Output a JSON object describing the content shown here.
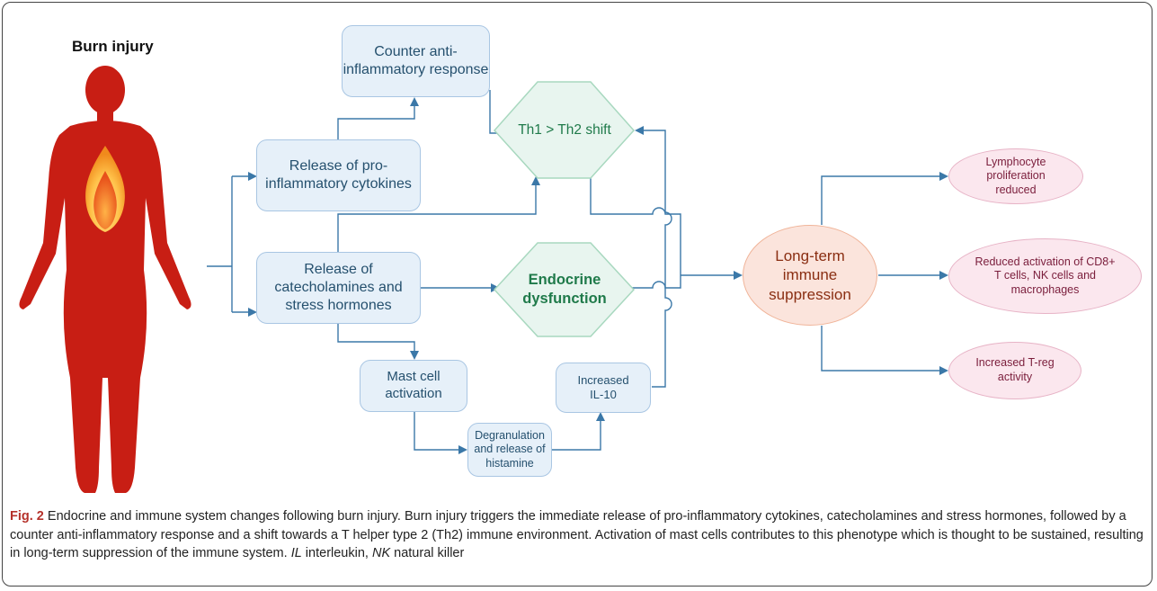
{
  "title": "Burn injury",
  "nodes": {
    "counter": "Counter anti-inflammatory response",
    "pro": "Release of pro-inflammatory cytokines",
    "cate": "Release of catecholamines and stress hormones",
    "mast": "Mast cell activation",
    "degran": "Degranulation and release of histamine",
    "il10": "Increased IL-10",
    "th": "Th1 > Th2 shift",
    "endo": "Endocrine dysfunction",
    "lts": "Long-term immune suppression",
    "lymph": "Lymphocyte proliferation reduced",
    "cd8": "Reduced activation of CD8+ T cells, NK cells and macrophages",
    "treg": "Increased T-reg activity"
  },
  "caption": {
    "fig": "Fig. 2",
    "text1": " Endocrine and immune system changes following burn injury. Burn injury triggers the immediate release of pro-inflammatory cytokines, catecholamines and stress hormones, followed by a counter anti-inflammatory response and a shift towards a T helper type 2 (Th2) immune environment. Activation of mast cells contributes to this phenotype which is thought to be sustained, resulting in long-term suppression of the immune system. ",
    "il": "IL",
    "text2": " interleukin, ",
    "nk": "NK",
    "text3": " natural killer"
  },
  "colors": {
    "body": "#c81e14",
    "arrow": "#3b78a8",
    "rect_fill": "#e6f0f9",
    "hex_fill": "#e8f5ef",
    "ellipse_fill": "#fbe4dc",
    "pink_fill": "#fbe7ee"
  }
}
